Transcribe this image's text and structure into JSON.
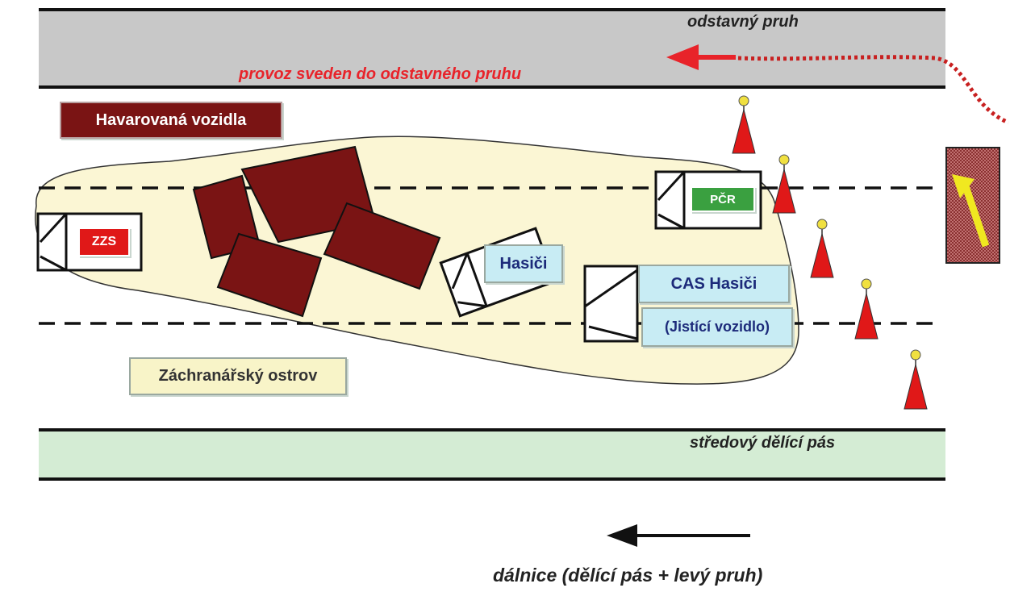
{
  "labels": {
    "shoulder_lane": "odstavný pruh",
    "traffic_diverted": "provoz sveden do odstavného pruhu",
    "crashed_vehicles": "Havarovaná vozidla",
    "rescue_island": "Záchranářský ostrov",
    "median": "středový dělící pás",
    "highway": "dálnice (dělící pás + levý pruh)"
  },
  "vehicles": {
    "ambulance": "ZZS",
    "police": "PČR",
    "firefighters": "Hasiči",
    "tanker_fire_truck": "CAS Hasiči",
    "safety_vehicle": "(Jistící vozidlo)"
  },
  "colors": {
    "shoulder_gray": "#c8c8c8",
    "median_green": "#d4ecd4",
    "island_yellow": "#fbf6d4",
    "crashed_red": "#7a1414",
    "cone_red": "#e01818",
    "cone_yellow": "#f0e040",
    "arrow_red": "#e8232a",
    "sign_arrow_yellow": "#f0e820"
  },
  "icons": [
    "traffic-cone-icon",
    "direction-arrow-icon",
    "warning-sign-icon"
  ]
}
